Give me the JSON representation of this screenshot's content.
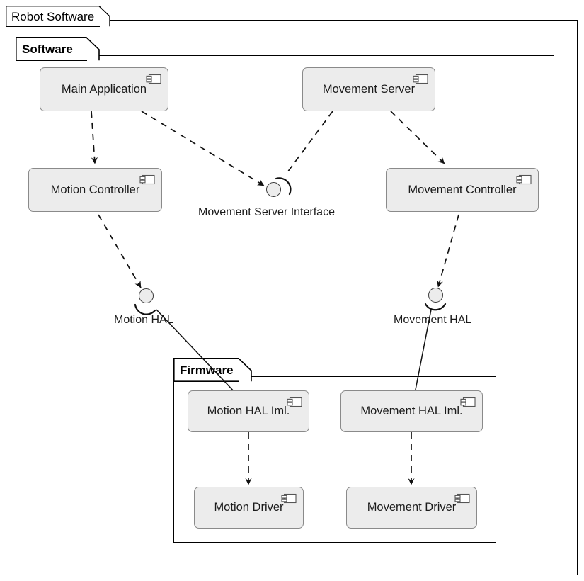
{
  "diagram": {
    "type": "uml-component-diagram",
    "outer_package": {
      "name": "Robot Software",
      "bold": false
    },
    "packages": [
      {
        "id": "software",
        "name": "Software",
        "bold": true
      },
      {
        "id": "firmware",
        "name": "Firmware",
        "bold": true
      }
    ],
    "components": [
      {
        "id": "main-application",
        "label": "Main Application",
        "package": "software"
      },
      {
        "id": "movement-server",
        "label": "Movement Server",
        "package": "software"
      },
      {
        "id": "motion-controller",
        "label": "Motion Controller",
        "package": "software"
      },
      {
        "id": "movement-controller",
        "label": "Movement Controller",
        "package": "software"
      },
      {
        "id": "motion-hal-iml",
        "label": "Motion HAL Iml.",
        "package": "firmware"
      },
      {
        "id": "movement-hal-iml",
        "label": "Movement HAL Iml.",
        "package": "firmware"
      },
      {
        "id": "motion-driver",
        "label": "Motion Driver",
        "package": "firmware"
      },
      {
        "id": "movement-driver",
        "label": "Movement Driver",
        "package": "firmware"
      }
    ],
    "interfaces": [
      {
        "id": "movement-server-interface",
        "label": "Movement Server Interface"
      },
      {
        "id": "motion-hal",
        "label": "Motion HAL"
      },
      {
        "id": "movement-hal",
        "label": "Movement HAL"
      }
    ],
    "connections": [
      {
        "from": "main-application",
        "to": "motion-controller",
        "style": "dashed-arrow"
      },
      {
        "from": "main-application",
        "to": "movement-server-interface",
        "style": "dashed-arrow"
      },
      {
        "from": "movement-server",
        "to": "movement-server-interface",
        "style": "socket-link"
      },
      {
        "from": "movement-server",
        "to": "movement-controller",
        "style": "dashed-arrow"
      },
      {
        "from": "motion-controller",
        "to": "motion-hal",
        "style": "dashed-arrow"
      },
      {
        "from": "movement-controller",
        "to": "movement-hal",
        "style": "dashed-arrow"
      },
      {
        "from": "motion-hal",
        "to": "motion-hal-iml",
        "style": "solid-link"
      },
      {
        "from": "movement-hal",
        "to": "movement-hal-iml",
        "style": "solid-link"
      },
      {
        "from": "motion-hal-iml",
        "to": "motion-driver",
        "style": "dashed-arrow"
      },
      {
        "from": "movement-hal-iml",
        "to": "movement-driver",
        "style": "dashed-arrow"
      }
    ],
    "colors": {
      "component_fill": "#ececec",
      "component_border": "#8a8a8a",
      "frame_border": "#000000",
      "connector": "#111111",
      "background": "#ffffff"
    }
  }
}
